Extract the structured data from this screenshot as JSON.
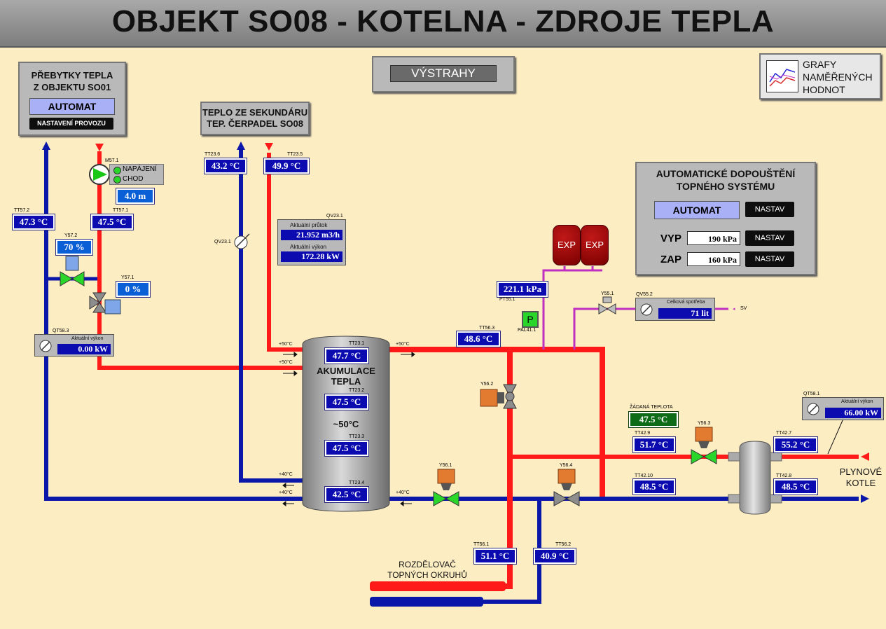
{
  "title": "OBJEKT SO08 - KOTELNA - ZDROJE TEPLA",
  "vystrahy": "VÝSTRAHY",
  "grafy": {
    "line1": "GRAFY",
    "line2": "NAMĚŘENÝCH",
    "line3": "HODNOT"
  },
  "prebytky": {
    "line1": "PŘEBYTKY TEPLA",
    "line2": "Z OBJEKTU SO01",
    "mode": "AUTOMAT",
    "settings": "NASTAVENÍ PROVOZU"
  },
  "sekundar": {
    "line1": "TEPLO ZE SEKUNDÁRU",
    "line2": "TEP. ČERPADEL SO08"
  },
  "auto_dopousteni": {
    "line1": "AUTOMATICKÉ DOPOUŠTĚNÍ",
    "line2": "TOPNÉHO SYSTÉMU",
    "mode": "AUTOMAT",
    "nastav": "NASTAV",
    "vyp_label": "VYP",
    "vyp_value": "190 kPa",
    "zap_label": "ZAP",
    "zap_value": "160 kPa"
  },
  "pump": {
    "tag": "M57.1",
    "napajeni": "NAPÁJENÍ",
    "chod": "CHOD",
    "head": "4.0 m"
  },
  "sensors": {
    "TT57_2": {
      "tag": "TT57.2",
      "value": "47.3 °C"
    },
    "TT57_1": {
      "tag": "TT57.1",
      "value": "47.5 °C"
    },
    "TT23_6": {
      "tag": "TT23.6",
      "value": "43.2 °C"
    },
    "TT23_5": {
      "tag": "TT23.5",
      "value": "49.9 °C"
    },
    "TT23_1": {
      "tag": "TT23.1",
      "value": "47.7 °C"
    },
    "TT23_2": {
      "tag": "TT23.2",
      "value": "47.5 °C"
    },
    "TT23_3": {
      "tag": "TT23.3",
      "value": "47.5 °C"
    },
    "TT23_4": {
      "tag": "TT23.4",
      "value": "42.5 °C"
    },
    "TT56_3": {
      "tag": "TT56.3",
      "value": "48.6 °C"
    },
    "TT56_1": {
      "tag": "TT56.1",
      "value": "51.1 °C"
    },
    "TT56_2": {
      "tag": "TT56.2",
      "value": "40.9 °C"
    },
    "TT42_9": {
      "tag": "TT42.9",
      "value": "51.7 °C"
    },
    "TT42_10": {
      "tag": "TT42.10",
      "value": "48.5 °C"
    },
    "TT42_7": {
      "tag": "TT42.7",
      "value": "55.2 °C"
    },
    "TT42_8": {
      "tag": "TT42.8",
      "value": "48.5 °C"
    }
  },
  "valves": {
    "Y57_2": {
      "tag": "Y57.2",
      "value": "70 %"
    },
    "Y57_1": {
      "tag": "Y57.1",
      "value": "0 %"
    },
    "Y56_2": {
      "tag": "Y56.2"
    },
    "Y56_1": {
      "tag": "Y56.1"
    },
    "Y56_4": {
      "tag": "Y56.4"
    },
    "Y56_3": {
      "tag": "Y56.3"
    },
    "Y55_1": {
      "tag": "Y55.1"
    }
  },
  "meters": {
    "QT58_3": {
      "tag": "QT58.3",
      "label": "Aktuální výkon",
      "value": "0.00 kW"
    },
    "QV23_1": {
      "tag": "QV23.1",
      "flow_label": "Aktuální průtok",
      "flow": "21.952 m3/h",
      "power_label": "Aktuální výkon",
      "power": "172.28 kW"
    },
    "QV23_1_sym": {
      "tag": "QV23.1"
    },
    "QV55_2": {
      "tag": "QV55.2",
      "label": "Celková spotřeba",
      "value": "71 lit",
      "sv": "SV"
    },
    "QT58_1": {
      "tag": "QT58.1",
      "label": "Aktuální výkon",
      "value": "66.00 kW"
    }
  },
  "pressure": {
    "tag": "PT55.1",
    "value": "221.1 kPa",
    "pal": "PAL41.1",
    "p_icon": "P"
  },
  "exp": [
    "EXP",
    "EXP"
  ],
  "tank": {
    "line1": "AKUMULACE",
    "line2": "TEPLA",
    "approx": "~50°C"
  },
  "flow_temps": {
    "t50": "+50°C",
    "t40": "+40°C"
  },
  "zadana": {
    "label": "ŽÁDANÁ TEPLOTA",
    "value": "47.5 °C"
  },
  "plynove": {
    "line1": "PLYNOVÉ",
    "line2": "KOTLE"
  },
  "rozdelovac": {
    "line1": "ROZDĚLOVAČ",
    "line2": "TOPNÝCH OKRUHŮ"
  },
  "colors": {
    "hot": "#ff1a1a",
    "cold": "#0b17a8",
    "fill": "#c030c0",
    "bg": "#fdedc3"
  }
}
